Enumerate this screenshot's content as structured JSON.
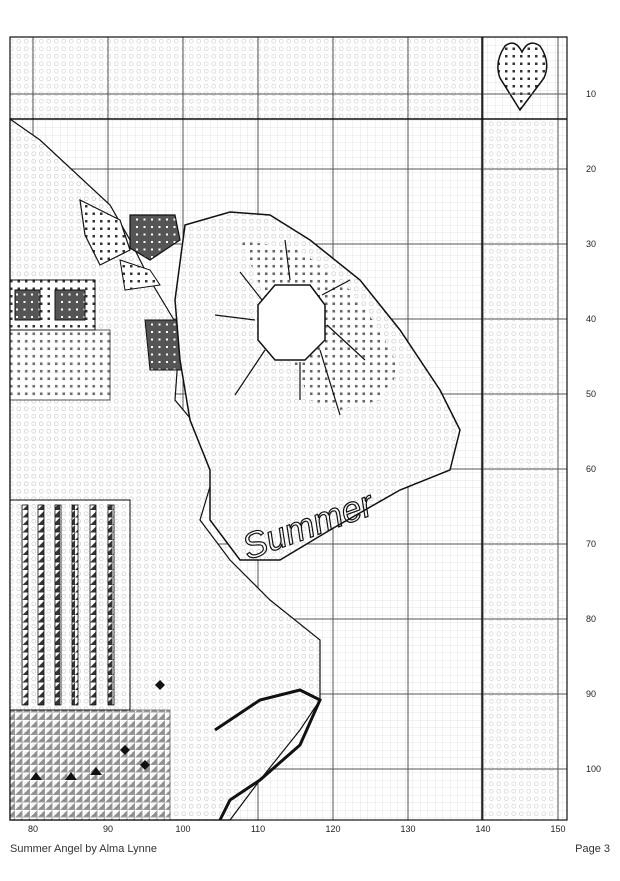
{
  "pattern": {
    "x_axis": {
      "labels": [
        "80",
        "90",
        "100",
        "110",
        "120",
        "130",
        "140",
        "150"
      ]
    },
    "y_axis": {
      "labels": [
        "10",
        "20",
        "30",
        "40",
        "50",
        "60",
        "70",
        "80",
        "90",
        "100"
      ]
    },
    "motif": {
      "text": "Summer",
      "elements": [
        "sun-face",
        "sun-rays",
        "heart",
        "angel-figure",
        "hair-bow",
        "dress-stripes",
        "ribbon-border"
      ]
    }
  },
  "footer": {
    "left": "Summer Angel by Alma Lynne",
    "right": "Page 3"
  }
}
